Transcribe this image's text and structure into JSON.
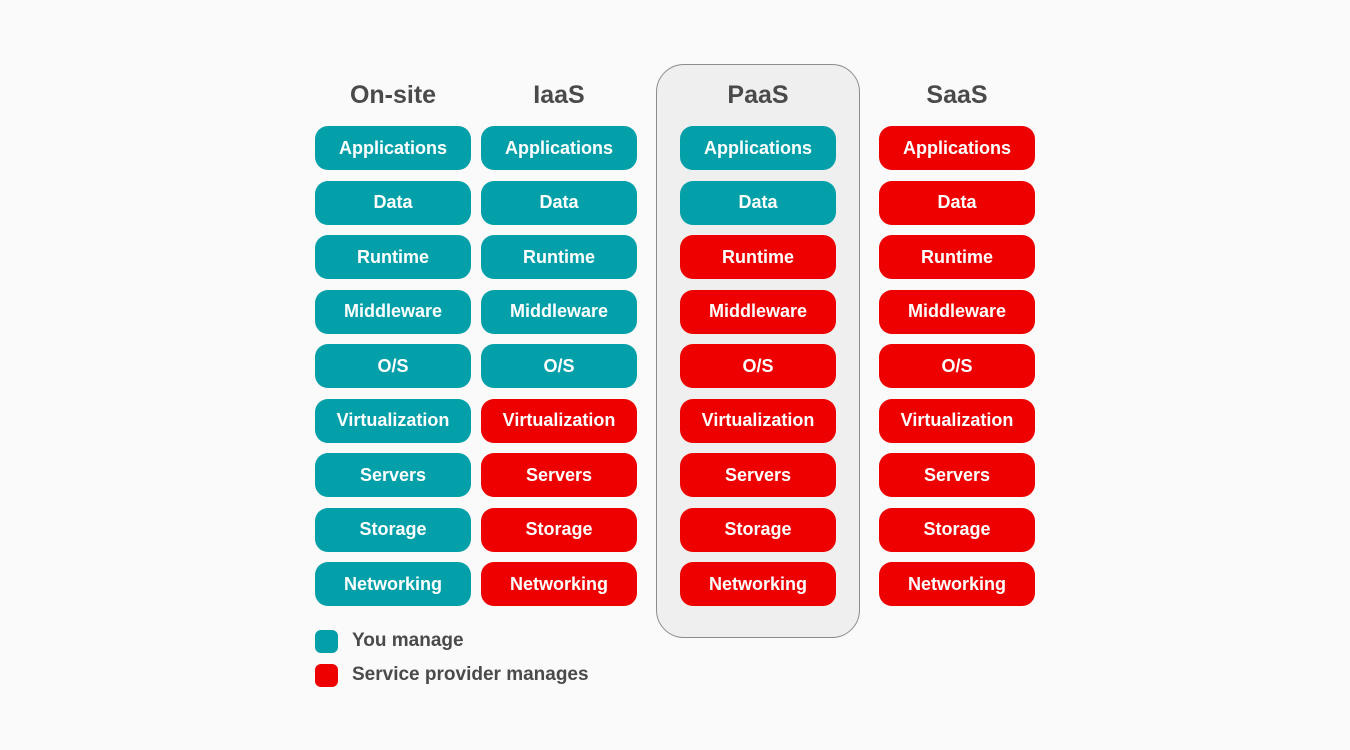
{
  "colors": {
    "you_manage": "#04a0a9",
    "provider_manages": "#ee0000"
  },
  "layers": [
    "Applications",
    "Data",
    "Runtime",
    "Middleware",
    "O/S",
    "Virtualization",
    "Servers",
    "Storage",
    "Networking"
  ],
  "columns": [
    {
      "title": "On-site",
      "highlighted": false,
      "cells": [
        {
          "label": "Applications",
          "managed_by": "you"
        },
        {
          "label": "Data",
          "managed_by": "you"
        },
        {
          "label": "Runtime",
          "managed_by": "you"
        },
        {
          "label": "Middleware",
          "managed_by": "you"
        },
        {
          "label": "O/S",
          "managed_by": "you"
        },
        {
          "label": "Virtualization",
          "managed_by": "you"
        },
        {
          "label": "Servers",
          "managed_by": "you"
        },
        {
          "label": "Storage",
          "managed_by": "you"
        },
        {
          "label": "Networking",
          "managed_by": "you"
        }
      ]
    },
    {
      "title": "IaaS",
      "highlighted": false,
      "cells": [
        {
          "label": "Applications",
          "managed_by": "you"
        },
        {
          "label": "Data",
          "managed_by": "you"
        },
        {
          "label": "Runtime",
          "managed_by": "you"
        },
        {
          "label": "Middleware",
          "managed_by": "you"
        },
        {
          "label": "O/S",
          "managed_by": "you"
        },
        {
          "label": "Virtualization",
          "managed_by": "provider"
        },
        {
          "label": "Servers",
          "managed_by": "provider"
        },
        {
          "label": "Storage",
          "managed_by": "provider"
        },
        {
          "label": "Networking",
          "managed_by": "provider"
        }
      ]
    },
    {
      "title": "PaaS",
      "highlighted": true,
      "cells": [
        {
          "label": "Applications",
          "managed_by": "you"
        },
        {
          "label": "Data",
          "managed_by": "you"
        },
        {
          "label": "Runtime",
          "managed_by": "provider"
        },
        {
          "label": "Middleware",
          "managed_by": "provider"
        },
        {
          "label": "O/S",
          "managed_by": "provider"
        },
        {
          "label": "Virtualization",
          "managed_by": "provider"
        },
        {
          "label": "Servers",
          "managed_by": "provider"
        },
        {
          "label": "Storage",
          "managed_by": "provider"
        },
        {
          "label": "Networking",
          "managed_by": "provider"
        }
      ]
    },
    {
      "title": "SaaS",
      "highlighted": false,
      "cells": [
        {
          "label": "Applications",
          "managed_by": "provider"
        },
        {
          "label": "Data",
          "managed_by": "provider"
        },
        {
          "label": "Runtime",
          "managed_by": "provider"
        },
        {
          "label": "Middleware",
          "managed_by": "provider"
        },
        {
          "label": "O/S",
          "managed_by": "provider"
        },
        {
          "label": "Virtualization",
          "managed_by": "provider"
        },
        {
          "label": "Servers",
          "managed_by": "provider"
        },
        {
          "label": "Storage",
          "managed_by": "provider"
        },
        {
          "label": "Networking",
          "managed_by": "provider"
        }
      ]
    }
  ],
  "legend": [
    {
      "key": "you",
      "label": "You manage"
    },
    {
      "key": "provider",
      "label": "Service provider manages"
    }
  ]
}
